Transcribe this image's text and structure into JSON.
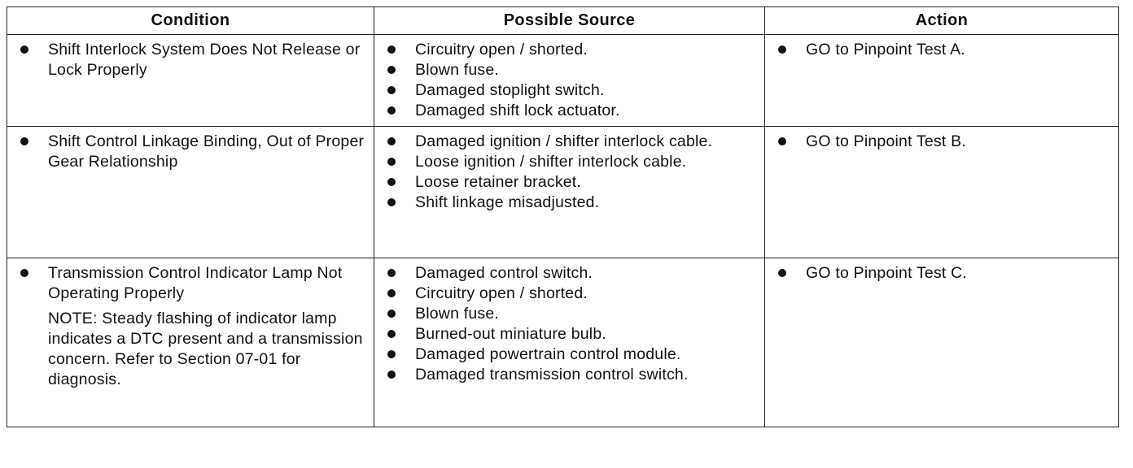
{
  "headers": {
    "condition": "Condition",
    "source": "Possible Source",
    "action": "Action"
  },
  "rows": [
    {
      "condition": "Shift Interlock System Does Not Release or Lock Properly",
      "sources": [
        "Circuitry open / shorted.",
        "Blown fuse.",
        "Damaged stoplight switch.",
        "Damaged shift lock actuator."
      ],
      "action": "GO to Pinpoint Test A."
    },
    {
      "condition": "Shift Control Linkage Binding, Out of Proper Gear Relationship",
      "sources": [
        "Damaged ignition / shifter interlock cable.",
        "Loose ignition / shifter interlock cable.",
        "Loose retainer bracket.",
        "Shift linkage misadjusted."
      ],
      "action": "GO to Pinpoint Test B."
    },
    {
      "condition": "Transmission Control Indicator Lamp Not Operating Properly",
      "note": "NOTE: Steady flashing of indicator lamp indicates a DTC present and a transmission concern. Refer to Section 07-01 for diagnosis.",
      "sources": [
        "Damaged control switch.",
        "Circuitry open / shorted.",
        "Blown fuse.",
        "Burned-out miniature bulb.",
        "Damaged powertrain control module.",
        "Damaged transmission control switch."
      ],
      "action": "GO to Pinpoint Test C."
    }
  ]
}
